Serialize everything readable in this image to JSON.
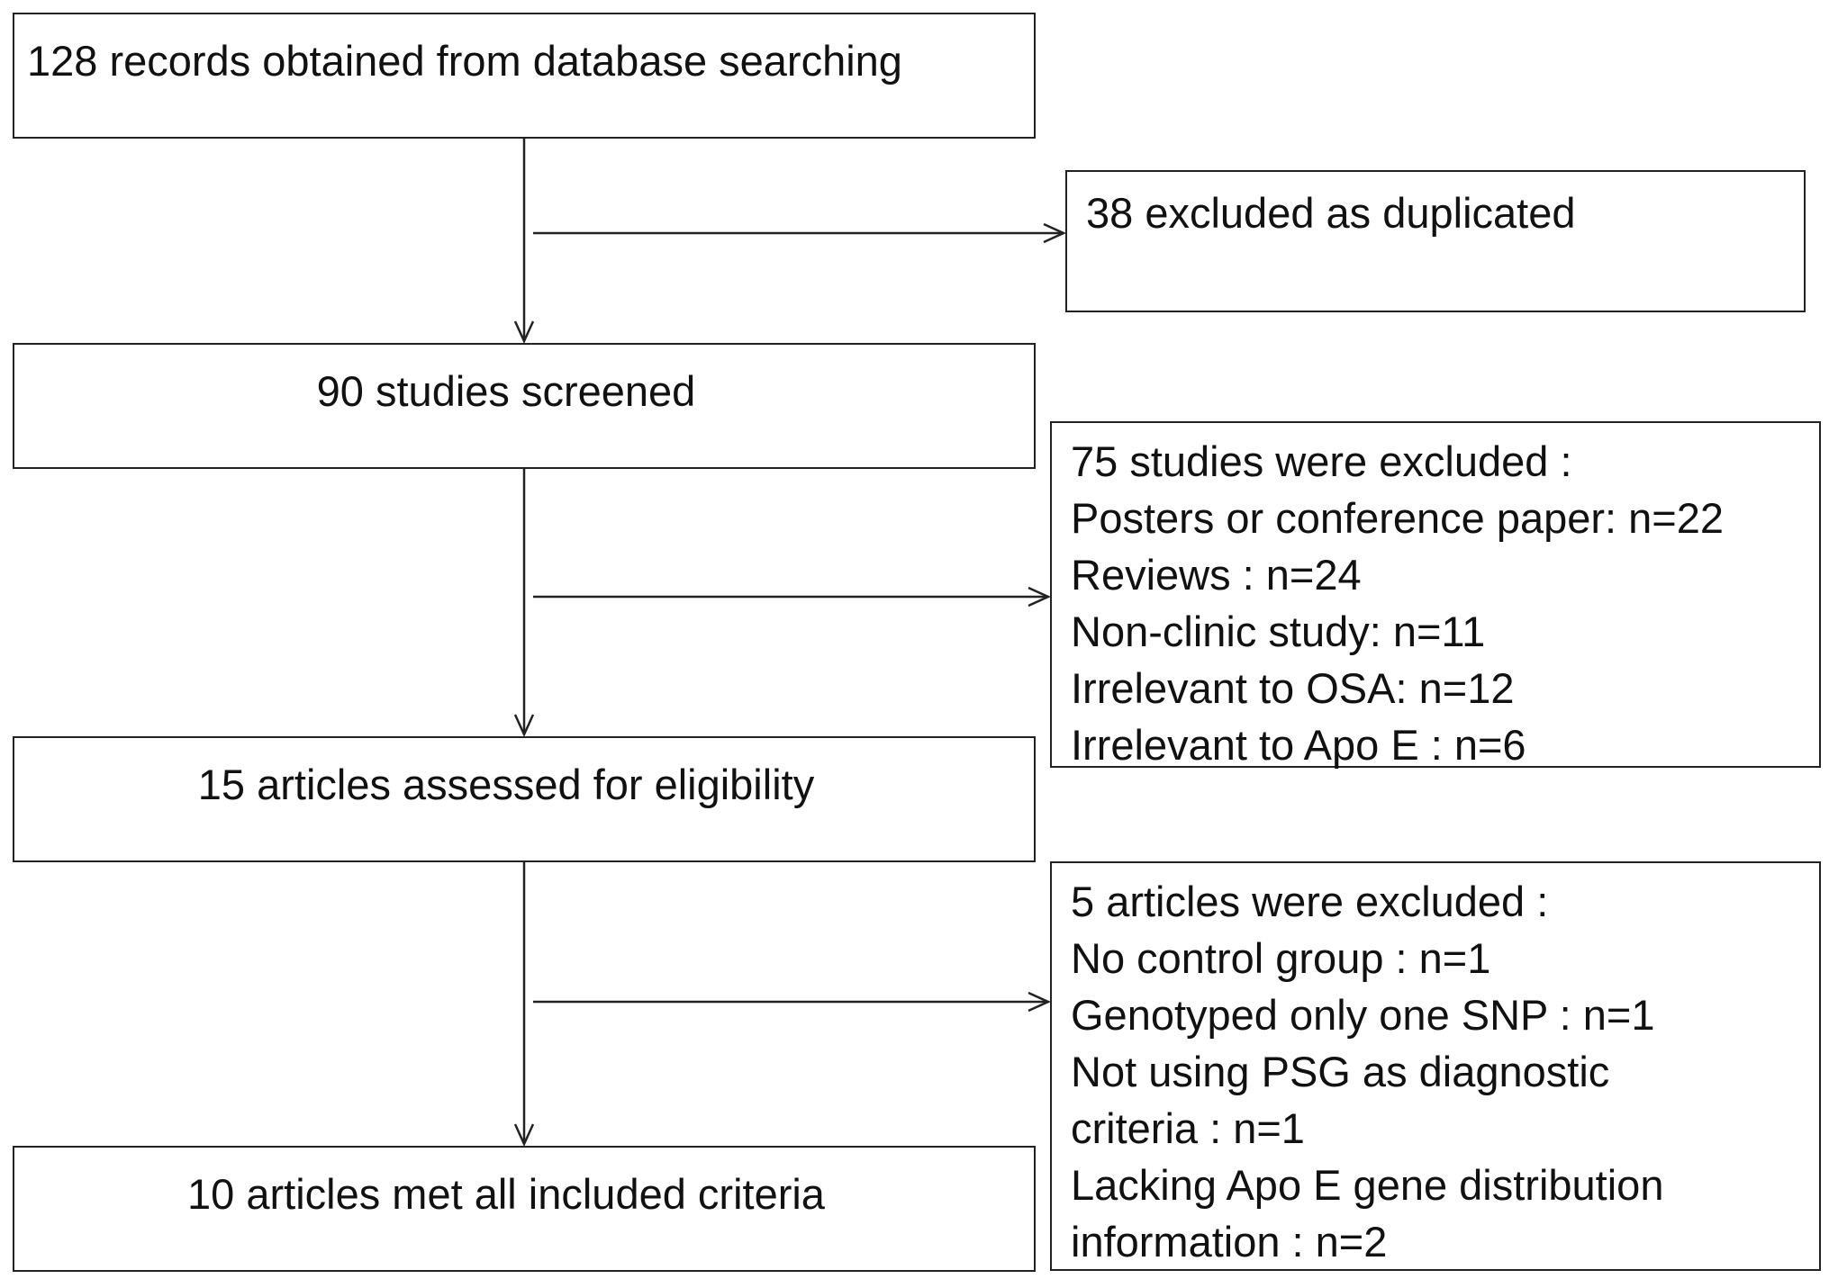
{
  "main_steps": [
    "128 records obtained from database searching",
    "90 studies screened",
    "15 articles assessed for eligibility",
    "10  articles met all included criteria"
  ],
  "exclusions": [
    {
      "lines": [
        "38 excluded as duplicated"
      ]
    },
    {
      "lines": [
        "75 studies were excluded :",
        "Posters or conference paper: n=22",
        "Reviews : n=24",
        "Non-clinic study: n=11",
        "Irrelevant to OSA: n=12",
        "Irrelevant to Apo E : n=6"
      ]
    },
    {
      "lines": [
        "5 articles were excluded :",
        "No control group : n=1",
        "Genotyped only one SNP : n=1",
        "Not using PSG as diagnostic",
        "criteria : n=1",
        "Lacking Apo E gene distribution",
        "information : n=2"
      ]
    }
  ],
  "colors": {
    "line": "#222222",
    "text": "#111111",
    "background": "#ffffff"
  }
}
